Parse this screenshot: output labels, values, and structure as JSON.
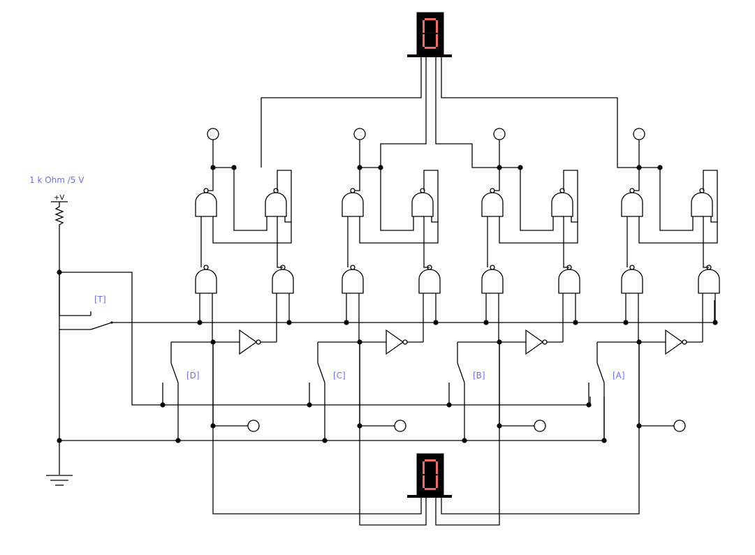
{
  "source_label": "1 k Ohm /5 V",
  "source_symbol": "+V",
  "switches": [
    {
      "id": "T",
      "label": "[T]"
    },
    {
      "id": "D",
      "label": "[D]"
    },
    {
      "id": "C",
      "label": "[C]"
    },
    {
      "id": "B",
      "label": "[B]"
    },
    {
      "id": "A",
      "label": "[A]"
    }
  ],
  "displays": [
    {
      "id": "top-display",
      "digit": "0",
      "color": "#f26b6b"
    },
    {
      "id": "bottom-display",
      "digit": "0",
      "color": "#f26b6b"
    }
  ],
  "icons": [
    "seven-segment-display-icon",
    "and-gate-icon",
    "inverter-icon",
    "switch-icon",
    "resistor-icon",
    "ground-icon",
    "probe-icon"
  ]
}
